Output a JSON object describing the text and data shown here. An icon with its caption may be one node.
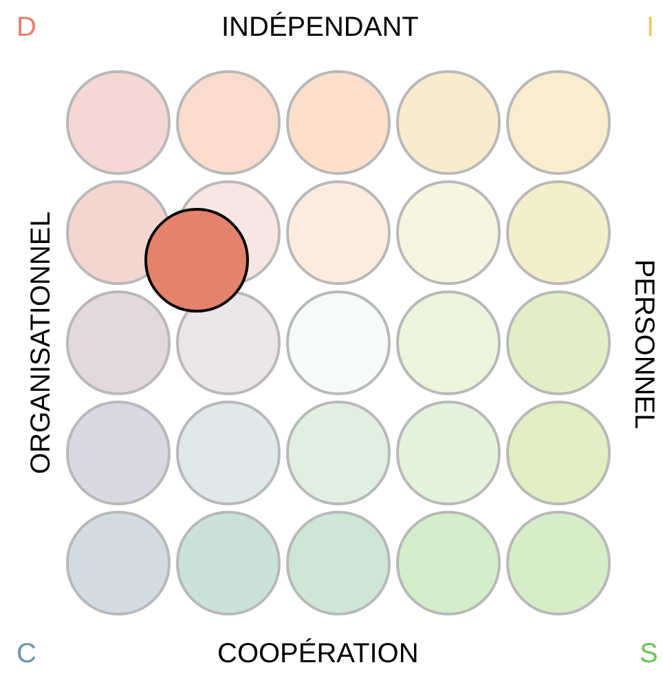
{
  "diagram": {
    "labels": [
      "D",
      "INDÉPENDANT",
      "I",
      "ORGANISATIONNEL",
      "PERSONNEL",
      "C",
      "COOPÉRATION",
      "S"
    ]
  }
}
